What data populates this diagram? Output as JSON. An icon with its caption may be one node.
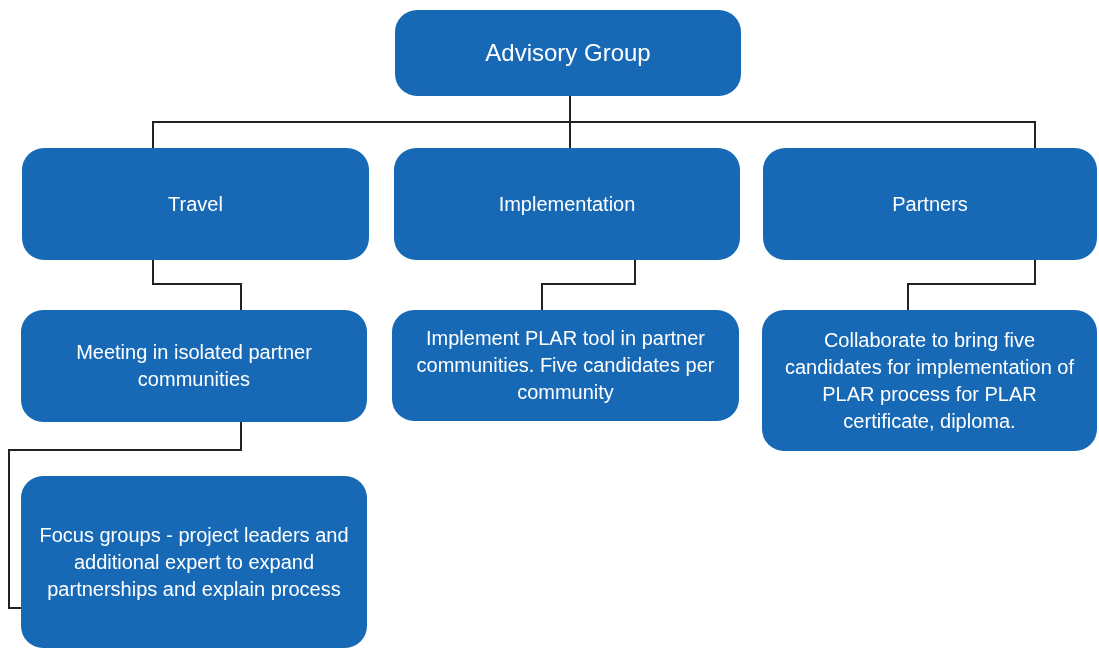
{
  "diagram": {
    "nodes": [
      {
        "text": [
          "Advisory Group"
        ]
      },
      {
        "text": [
          "Travel"
        ]
      },
      {
        "text": [
          "Implementation"
        ]
      },
      {
        "text": [
          "Partners"
        ]
      },
      {
        "text": [
          "Meeting in isolated partner communities"
        ]
      },
      {
        "text": [
          "Implement PLAR tool in partner communities. Five candidates per community"
        ]
      },
      {
        "text": [
          "Collaborate to bring five candidates for implementation of PLAR process for PLAR certificate, diploma."
        ]
      },
      {
        "text": [
          "Focus groups - project leaders and additional expert to expand partnerships and explain process"
        ]
      }
    ],
    "edges": [
      {
        "from": 0,
        "to": 1,
        "arrow": "none"
      },
      {
        "from": 0,
        "to": 2,
        "arrow": "none"
      },
      {
        "from": 0,
        "to": 3,
        "arrow": "none"
      },
      {
        "from": 1,
        "to": 4,
        "arrow": "none"
      },
      {
        "from": 2,
        "to": 5,
        "arrow": "none"
      },
      {
        "from": 3,
        "to": 6,
        "arrow": "none"
      },
      {
        "from": 4,
        "to": 7,
        "arrow": "none"
      }
    ]
  }
}
